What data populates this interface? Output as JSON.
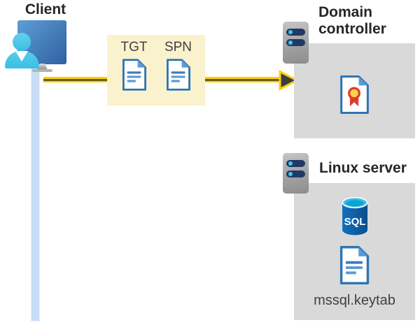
{
  "labels": {
    "client": "Client",
    "tgt": "TGT",
    "spn": "SPN",
    "domain_controller": "Domain controller",
    "linux_server": "Linux server",
    "sql": "SQL",
    "keytab": "mssql.keytab"
  },
  "icons": {
    "client": "person-at-computer-icon",
    "timeline": "client-lifeline-bar",
    "arrow": "yellow-right-arrow",
    "ticket_documents": [
      "document-icon",
      "document-icon"
    ],
    "domain_controller": "server-tower-icon",
    "certificate": "certificate-icon",
    "linux_server": "server-tower-icon",
    "database": "sql-database-icon",
    "keytab_file": "document-icon"
  },
  "colors": {
    "token_box_bg": "#faf2cd",
    "server_box_bg": "#d9d9d9",
    "arrow_yellow": "#ffd103",
    "arrow_core": "#6b5c10",
    "arrowhead_fill": "#3d3d3d",
    "doc_blue": "#2e74b5",
    "doc_line_blue": "#5b9bd5",
    "cert_red": "#e23a2c",
    "cert_gold": "#ffd34e",
    "sql_top": "#32bde2",
    "sql_body_dark": "#0a4e8c",
    "sql_body_light": "#1171bd",
    "client_bar": "#c7dcf5",
    "person_cyan": "#3bbfe3",
    "monitor_blue_light": "#5e9ed8",
    "monitor_blue_dark": "#30609f",
    "server_pill_navy": "#1f3a66",
    "server_dot_cyan": "#45c6ea"
  }
}
